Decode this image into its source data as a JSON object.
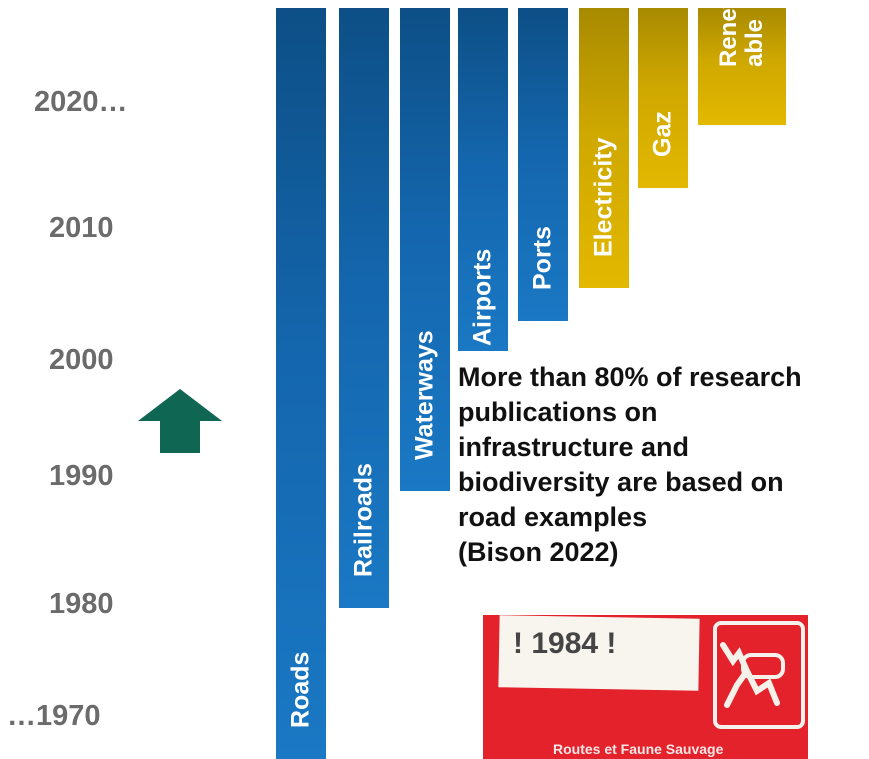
{
  "years": [
    "2020…",
    "2010",
    "2000",
    "1990",
    "1980",
    "…1970"
  ],
  "bars": [
    {
      "label": "Roads",
      "color": "#1466ad",
      "group": "transport"
    },
    {
      "label": "Railroads",
      "color": "#1466ad",
      "group": "transport"
    },
    {
      "label": "Waterways",
      "color": "#1466ad",
      "group": "transport"
    },
    {
      "label": "Airports",
      "color": "#1466ad",
      "group": "transport"
    },
    {
      "label": "Ports",
      "color": "#1466ad",
      "group": "transport"
    },
    {
      "label": "Electricity",
      "color": "#cfa800",
      "group": "energy"
    },
    {
      "label": "Gaz",
      "color": "#cfa800",
      "group": "energy"
    },
    {
      "label": "Renew\nable",
      "color": "#cfa800",
      "group": "energy"
    }
  ],
  "note": {
    "lines": [
      "More than 80% of research",
      "publications on",
      "infrastructure and",
      "biodiversity are based on",
      "road examples",
      "(Bison 2022)"
    ]
  },
  "arrow": {
    "icon": "up-arrow-icon",
    "color": "#0f6652"
  },
  "poster": {
    "tag": "! 1984 !",
    "caption": "Routes et Faune Sauvage",
    "background": "#e3222c"
  }
}
